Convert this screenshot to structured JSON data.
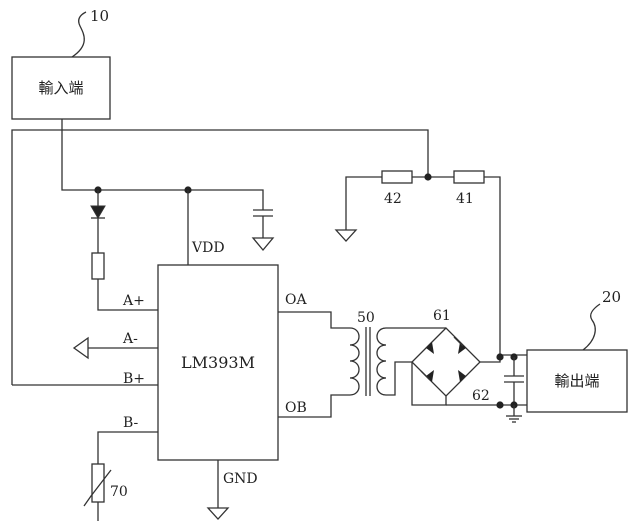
{
  "labels": {
    "ref_input": "10",
    "input_block": "輸入端",
    "ref_output": "20",
    "output_block": "輸出端",
    "chip": "LM393M",
    "vdd": "VDD",
    "gnd": "GND",
    "a_plus": "A+",
    "a_minus": "A-",
    "b_plus": "B+",
    "b_minus": "B-",
    "oa": "OA",
    "ob": "OB",
    "r42": "42",
    "r41": "41",
    "transformer": "50",
    "rectifier": "61",
    "capacitor": "62",
    "thermistor": "70"
  }
}
